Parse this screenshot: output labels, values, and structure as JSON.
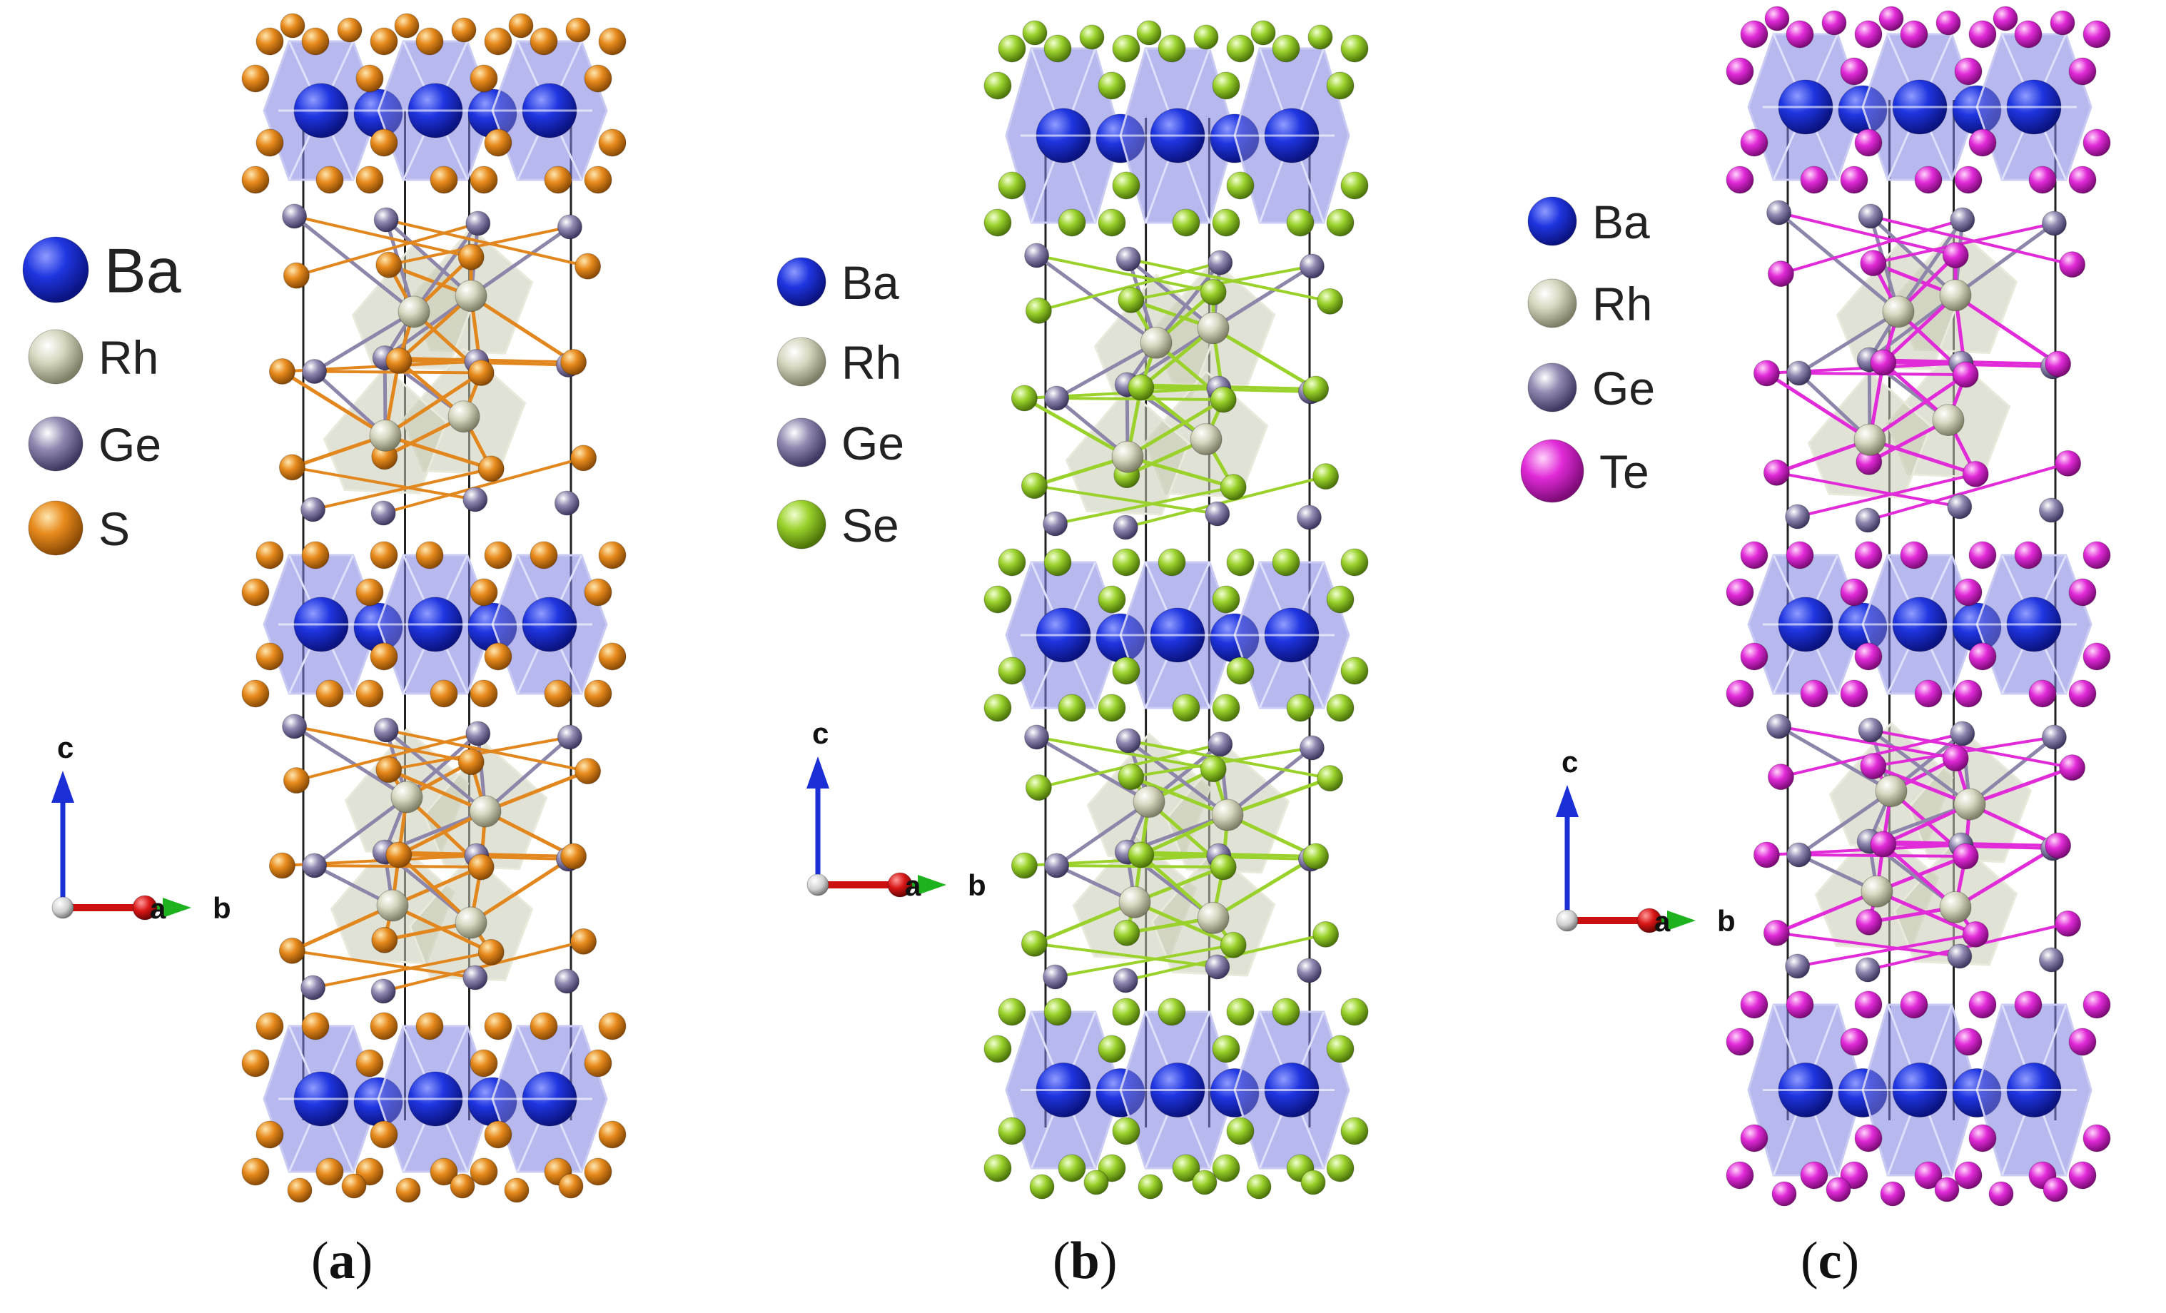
{
  "colors": {
    "Ba": "#1a2fd6",
    "Rh": "#d2d2b8",
    "Ge": "#8e86aa",
    "S": "#e2861e",
    "Se": "#9ad12b",
    "Te": "#e12ad8",
    "octahedron_Ba": "#7c7fe0",
    "octahedron_Rh": "#c9cab4",
    "cell_edge": "#222222",
    "axis_c": "#1a2fd6",
    "axis_a": "#cc1010",
    "axis_b": "#1fb21f"
  },
  "panels": [
    {
      "id": "a",
      "caption_open": "(",
      "caption_letter": "a",
      "caption_close": ")",
      "chalcogen": "S",
      "legend": [
        "Ba",
        "Rh",
        "Ge",
        "S"
      ],
      "axes": {
        "c": "c",
        "a": "a",
        "b": "b"
      }
    },
    {
      "id": "b",
      "caption_open": "(",
      "caption_letter": "b",
      "caption_close": ")",
      "chalcogen": "Se",
      "legend": [
        "Ba",
        "Rh",
        "Ge",
        "Se"
      ],
      "axes": {
        "c": "c",
        "a": "a",
        "b": "b"
      }
    },
    {
      "id": "c",
      "caption_open": "(",
      "caption_letter": "c",
      "caption_close": ")",
      "chalcogen": "Te",
      "legend": [
        "Ba",
        "Rh",
        "Ge",
        "Te"
      ],
      "axes": {
        "c": "c",
        "a": "a",
        "b": "b"
      }
    }
  ]
}
